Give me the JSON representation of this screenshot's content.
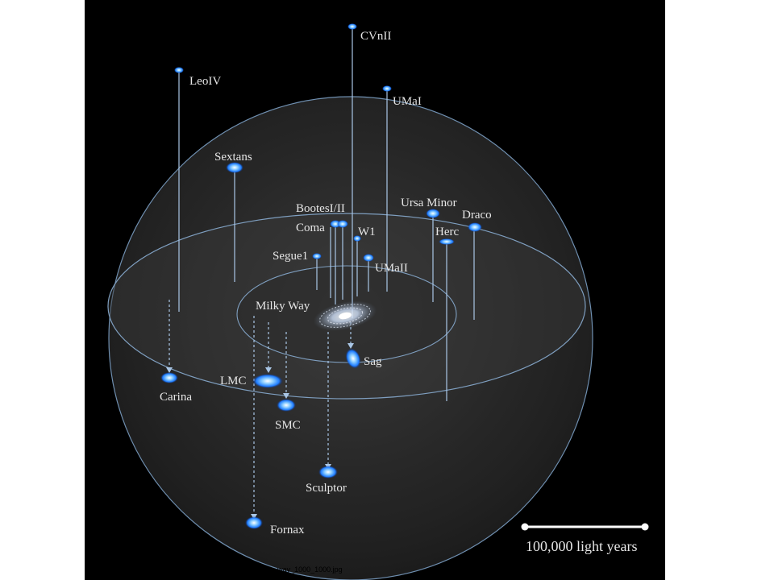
{
  "source_url": "http://www.sciencecentric.com/images/news/map_milky_way_1000_1000.jpg",
  "center": {
    "label": "Milky Way"
  },
  "scale_bar": {
    "label": "100,000 light years"
  },
  "galaxies": [
    {
      "id": "cvnii",
      "label": "CVnII"
    },
    {
      "id": "leoiv",
      "label": "LeoIV"
    },
    {
      "id": "umai",
      "label": "UMaI"
    },
    {
      "id": "sextans",
      "label": "Sextans"
    },
    {
      "id": "bootes",
      "label": "BootesI/II"
    },
    {
      "id": "ursa-minor",
      "label": "Ursa Minor"
    },
    {
      "id": "draco",
      "label": "Draco"
    },
    {
      "id": "coma",
      "label": "Coma"
    },
    {
      "id": "w1",
      "label": "W1"
    },
    {
      "id": "herc",
      "label": "Herc"
    },
    {
      "id": "segue1",
      "label": "Segue1"
    },
    {
      "id": "umaii",
      "label": "UMaII"
    },
    {
      "id": "sag",
      "label": "Sag"
    },
    {
      "id": "lmc",
      "label": "LMC"
    },
    {
      "id": "carina",
      "label": "Carina"
    },
    {
      "id": "smc",
      "label": "SMC"
    },
    {
      "id": "sculptor",
      "label": "Sculptor"
    },
    {
      "id": "fornax",
      "label": "Fornax"
    }
  ]
}
